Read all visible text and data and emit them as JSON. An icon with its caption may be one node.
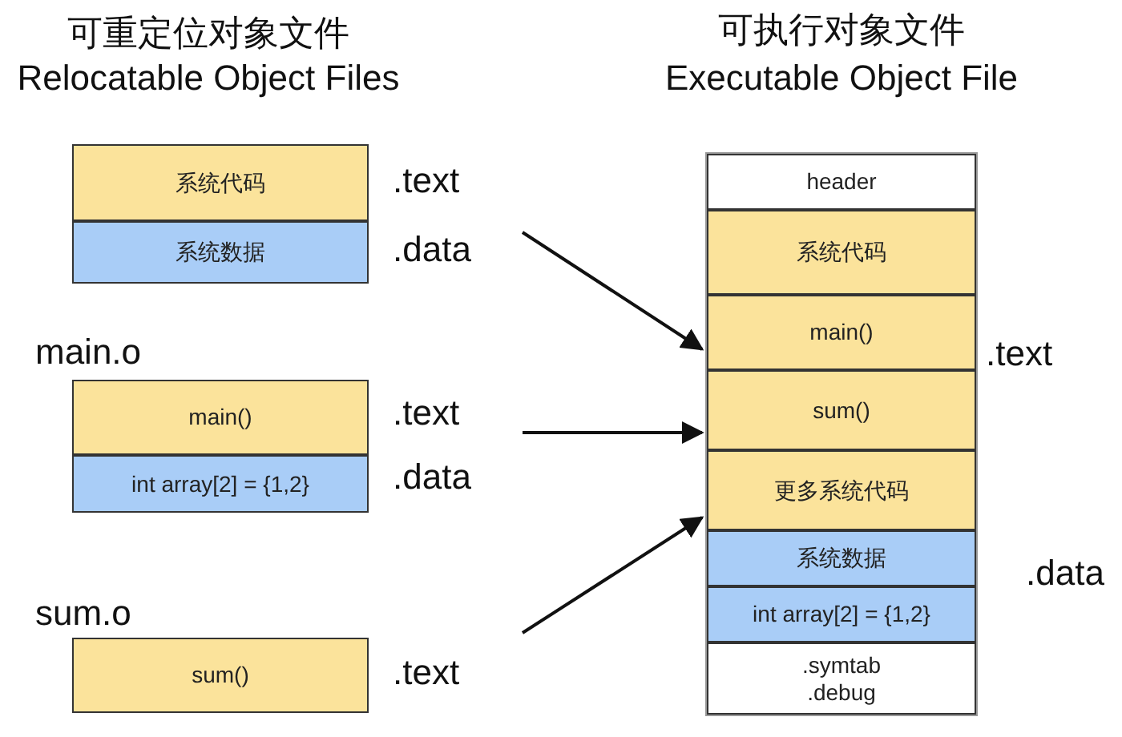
{
  "diagram": {
    "nodes": [
      {
        "text": [
          "系统代码"
        ]
      },
      {
        "text": [
          "系统数据"
        ]
      },
      {
        "text": [
          "main()"
        ]
      },
      {
        "text": [
          "int array[2] = {1,2}"
        ]
      },
      {
        "text": [
          "sum()"
        ]
      },
      {
        "text": [
          "可执行对象文件",
          "Executable Object File"
        ]
      },
      {
        "text": [
          "header"
        ],
        "in": 5
      },
      {
        "text": [
          "系统代码"
        ],
        "in": 5
      },
      {
        "text": [
          "main()"
        ],
        "in": 5
      },
      {
        "text": [
          "sum()"
        ],
        "in": 5
      },
      {
        "text": [
          "更多系统代码"
        ],
        "in": 5
      },
      {
        "text": [
          "系统数据"
        ],
        "in": 5
      },
      {
        "text": [
          "int array[2] = {1,2}"
        ],
        "in": 5
      },
      {
        "text": [
          ".symtab",
          ".debug"
        ],
        "in": 5
      }
    ],
    "edges": [
      {
        "from": null,
        "to": 5,
        "arrow": "to"
      },
      {
        "from": null,
        "to": 5,
        "arrow": "to"
      },
      {
        "from": null,
        "to": 5,
        "arrow": "to"
      }
    ],
    "labels": [
      "可重定位对象文件",
      "Relocatable Object Files",
      ".text",
      ".data",
      "main.o",
      ".text",
      ".data",
      "sum.o",
      ".text",
      ".text",
      ".data"
    ]
  }
}
